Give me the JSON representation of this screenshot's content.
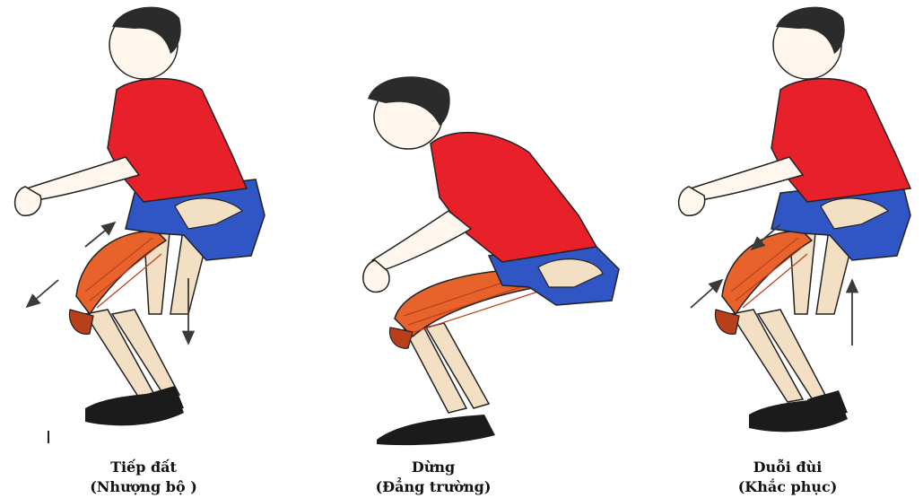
{
  "colors": {
    "shirt": "#e8202a",
    "shorts": "#2f56c4",
    "hair": "#2b2b2b",
    "skin": "#fff7ee",
    "outline": "#222222",
    "bone": "#f3dfc4",
    "muscle": "#e8632c",
    "muscle_stripe": "#b7401b",
    "shoe": "#1b1b1b",
    "arrow": "#3a3a3a"
  },
  "figures": [
    {
      "id": "landing",
      "caption_line1": "Tiếp đất",
      "caption_line2": "(Nhượng bộ )",
      "icon": "person-landing-icon",
      "arrows": [
        "up-left",
        "down-left",
        "down"
      ]
    },
    {
      "id": "stop",
      "caption_line1": "Dừng",
      "caption_line2": "(Đẳng trường)",
      "icon": "person-crouch-icon",
      "arrows": []
    },
    {
      "id": "extend",
      "caption_line1": "Duỗi đùi",
      "caption_line2": "(Khắc phục)",
      "icon": "person-extend-icon",
      "arrows": [
        "down-left",
        "up-right",
        "up"
      ]
    }
  ]
}
